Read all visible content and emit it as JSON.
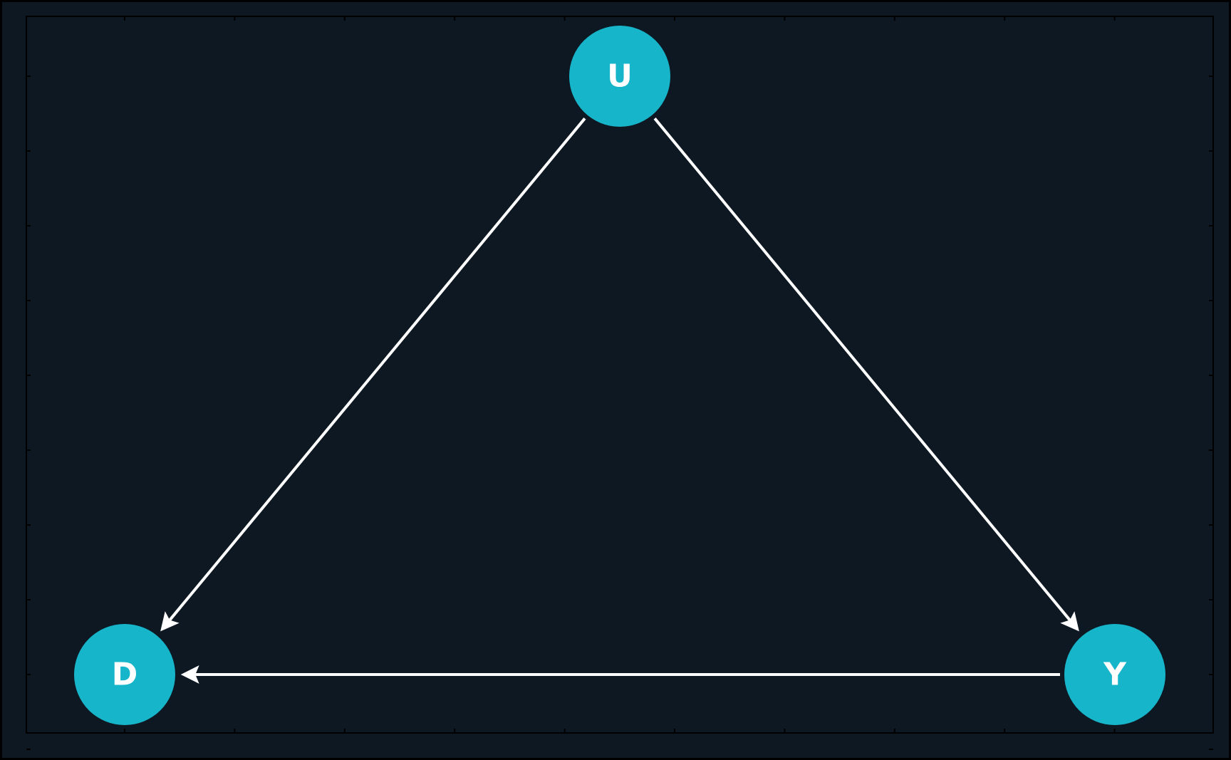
{
  "diagram": {
    "colors": {
      "background": "#0d1823",
      "frame": "#000000",
      "node_fill": "#17b5ca",
      "node_text": "#ffffff",
      "edge": "#ffffff"
    },
    "nodes": [
      {
        "id": "U",
        "label": "U"
      },
      {
        "id": "D",
        "label": "D"
      },
      {
        "id": "Y",
        "label": "Y"
      }
    ],
    "edges": [
      {
        "from": "U",
        "to": "D"
      },
      {
        "from": "U",
        "to": "Y"
      },
      {
        "from": "Y",
        "to": "D"
      }
    ]
  }
}
